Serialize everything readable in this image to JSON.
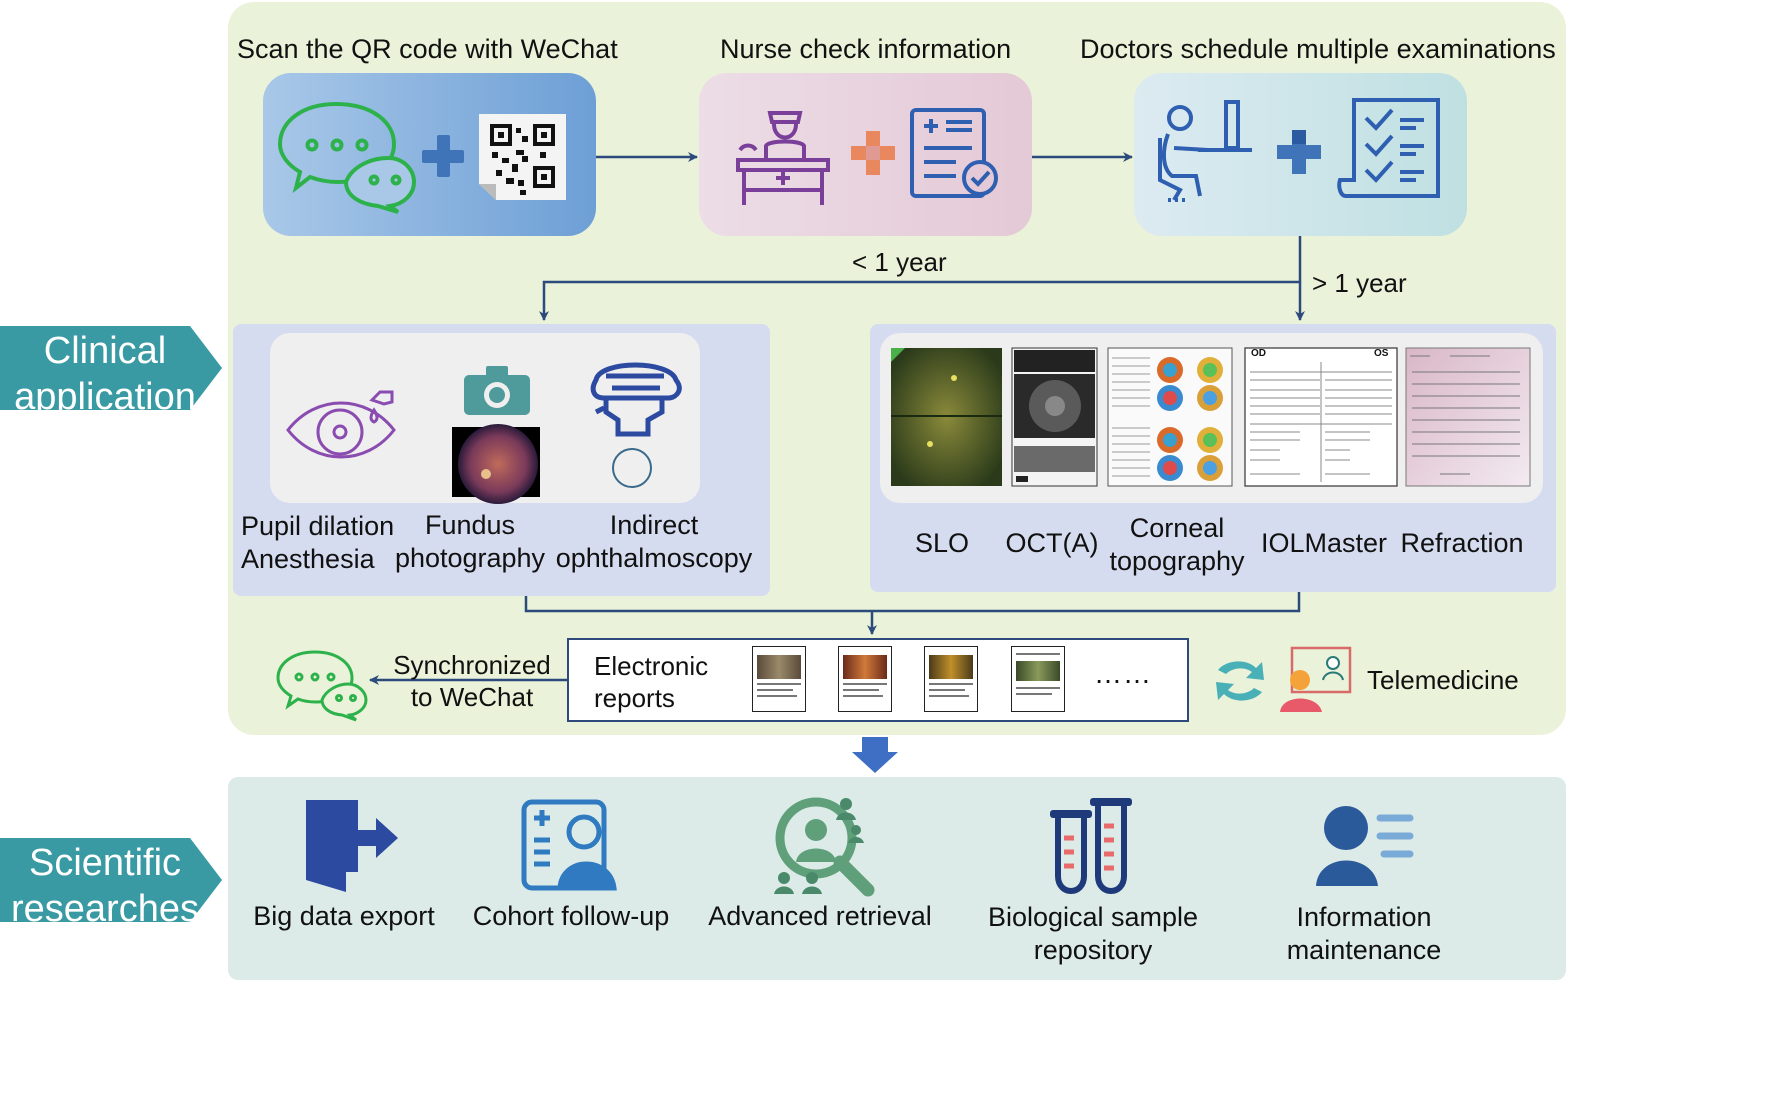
{
  "top_steps": {
    "scan_title": "Scan the QR code with WeChat",
    "nurse_title": "Nurse check information",
    "doctor_title": "Doctors schedule multiple examinations"
  },
  "branches": {
    "lt_year": "< 1 year",
    "gt_year": "> 1 year"
  },
  "side_tags": {
    "clinical": [
      "Clinical",
      "application"
    ],
    "scientific": [
      "Scientific",
      "researches"
    ]
  },
  "left_panel": {
    "items": [
      {
        "lines": [
          "Pupil dilation",
          "Anesthesia"
        ]
      },
      {
        "lines": [
          "Fundus",
          "photography"
        ]
      },
      {
        "lines": [
          "Indirect",
          "ophthalmoscopy"
        ]
      }
    ]
  },
  "right_panel": {
    "items": [
      {
        "lines": [
          "SLO"
        ]
      },
      {
        "lines": [
          "OCT(A)"
        ]
      },
      {
        "lines": [
          "Corneal",
          "topography"
        ]
      },
      {
        "lines": [
          "IOLMaster"
        ]
      },
      {
        "lines": [
          "Refraction"
        ]
      }
    ],
    "iol_od": "OD",
    "iol_os": "OS"
  },
  "report_row": {
    "sync_label": [
      "Synchronized",
      "to WeChat"
    ],
    "reports_label": [
      "Electronic",
      "reports"
    ],
    "ellipsis": "……",
    "telemedicine": "Telemedicine"
  },
  "research": {
    "items": [
      {
        "lines": [
          "Big data export"
        ]
      },
      {
        "lines": [
          "Cohort follow-up"
        ]
      },
      {
        "lines": [
          "Advanced retrieval"
        ]
      },
      {
        "lines": [
          "Biological sample",
          "repository"
        ]
      },
      {
        "lines": [
          "Information",
          "maintenance"
        ]
      }
    ]
  },
  "colors": {
    "clinical_bg": "#eaf2d9",
    "research_bg": "#dcebe8",
    "panel_bg": "#d6dcef",
    "tag": "#3a9aa3",
    "arrow": "#2c4a7c",
    "wechat_green": "#2db24b",
    "plus_blue": "#3f74b8",
    "plus_orange": "#e9885e",
    "icon_navy": "#2b4aa0"
  }
}
